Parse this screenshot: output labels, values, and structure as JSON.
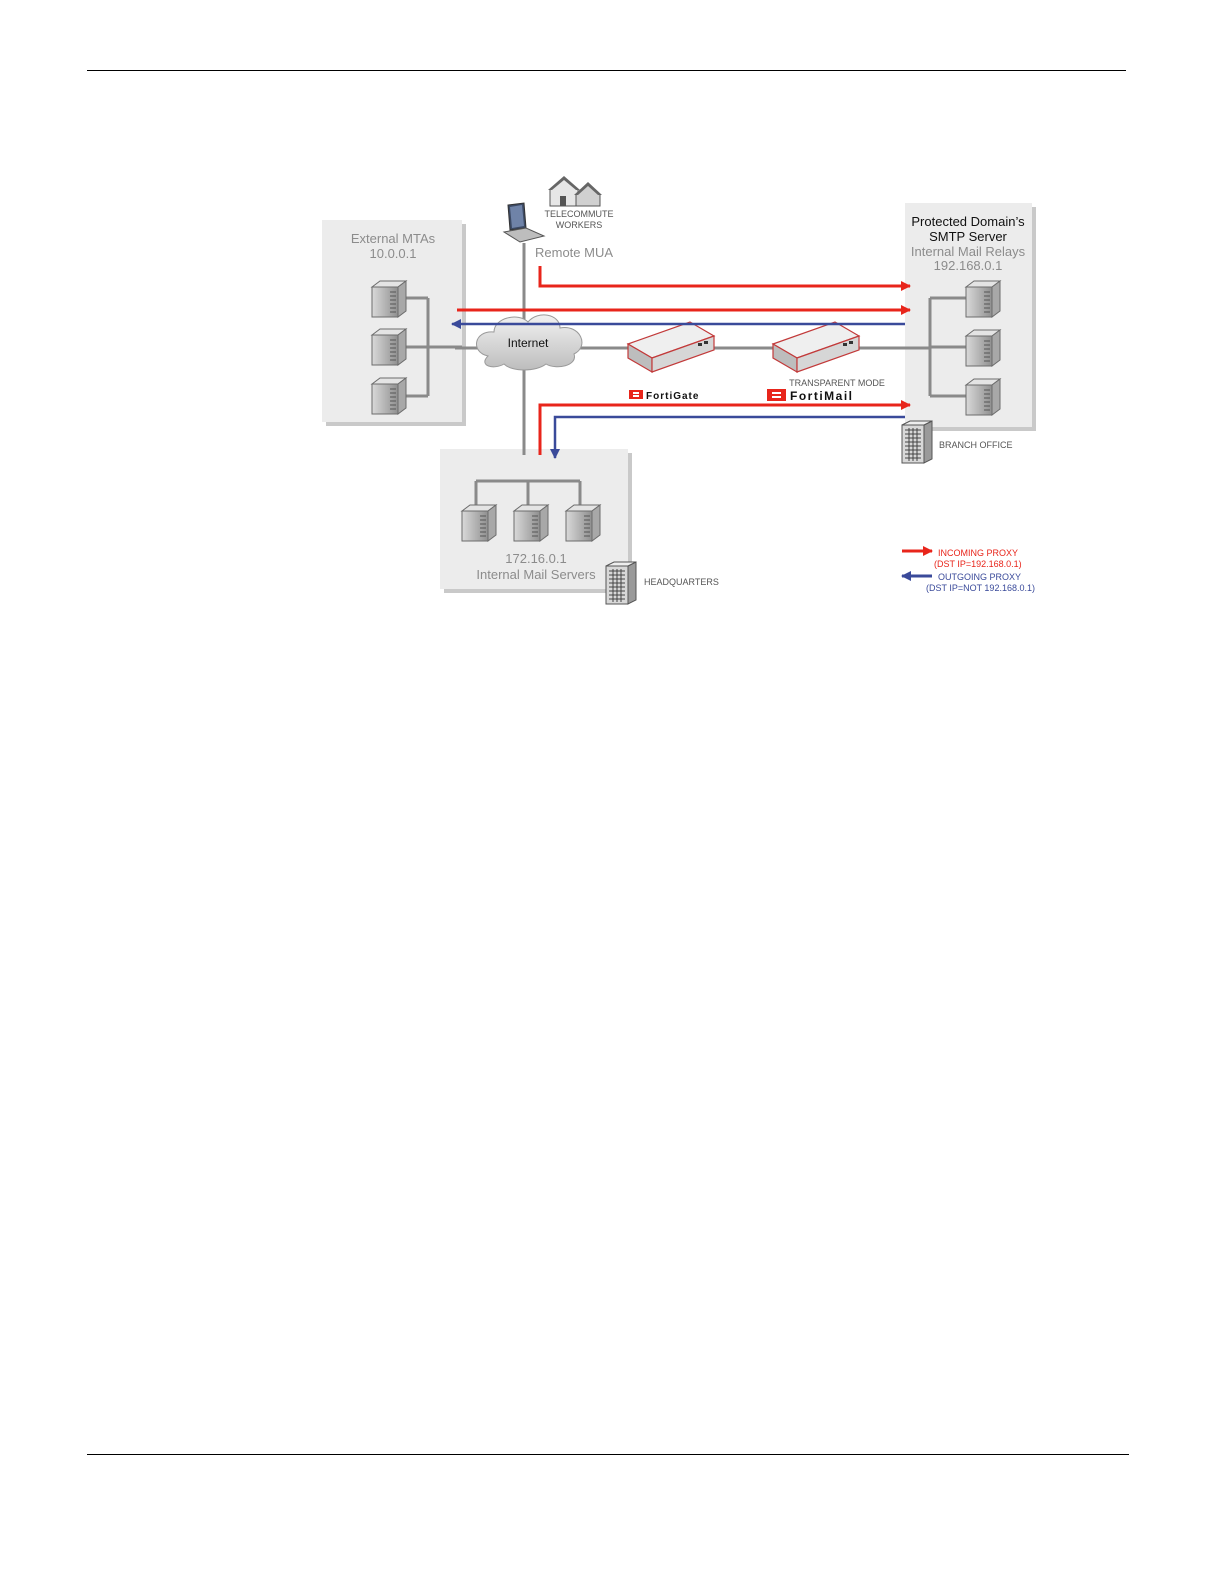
{
  "diagram": {
    "external_mtas": {
      "title": "External MTAs",
      "ip": "10.0.0.1"
    },
    "telecommute": {
      "line1": "TELECOMMUTE",
      "line2": "WORKERS"
    },
    "remote_mua": "Remote MUA",
    "internet": "Internet",
    "protected_domain": {
      "line1": "Protected Domain’s",
      "line2": "SMTP Server",
      "line3": "Internal Mail Relays",
      "ip": "192.168.0.1"
    },
    "fortigate_logo": "FortiGate",
    "fortimail_logo": "FortiMail",
    "transparent_mode": "TRANSPARENT MODE",
    "branch_office": "BRANCH OFFICE",
    "internal_servers": {
      "ip": "172.16.0.1",
      "title": "Internal Mail Servers"
    },
    "headquarters": "HEADQUARTERS",
    "legend": {
      "incoming": {
        "label": "INCOMING PROXY",
        "sub": "(DST IP=192.168.0.1)"
      },
      "outgoing": {
        "label": "OUTGOING PROXY",
        "sub": "(DST IP=NOT 192.168.0.1)"
      }
    },
    "colors": {
      "incoming": "#e8251b",
      "outgoing": "#3a4a9a",
      "panel": "#ececec",
      "line": "#8a8a8a"
    }
  }
}
